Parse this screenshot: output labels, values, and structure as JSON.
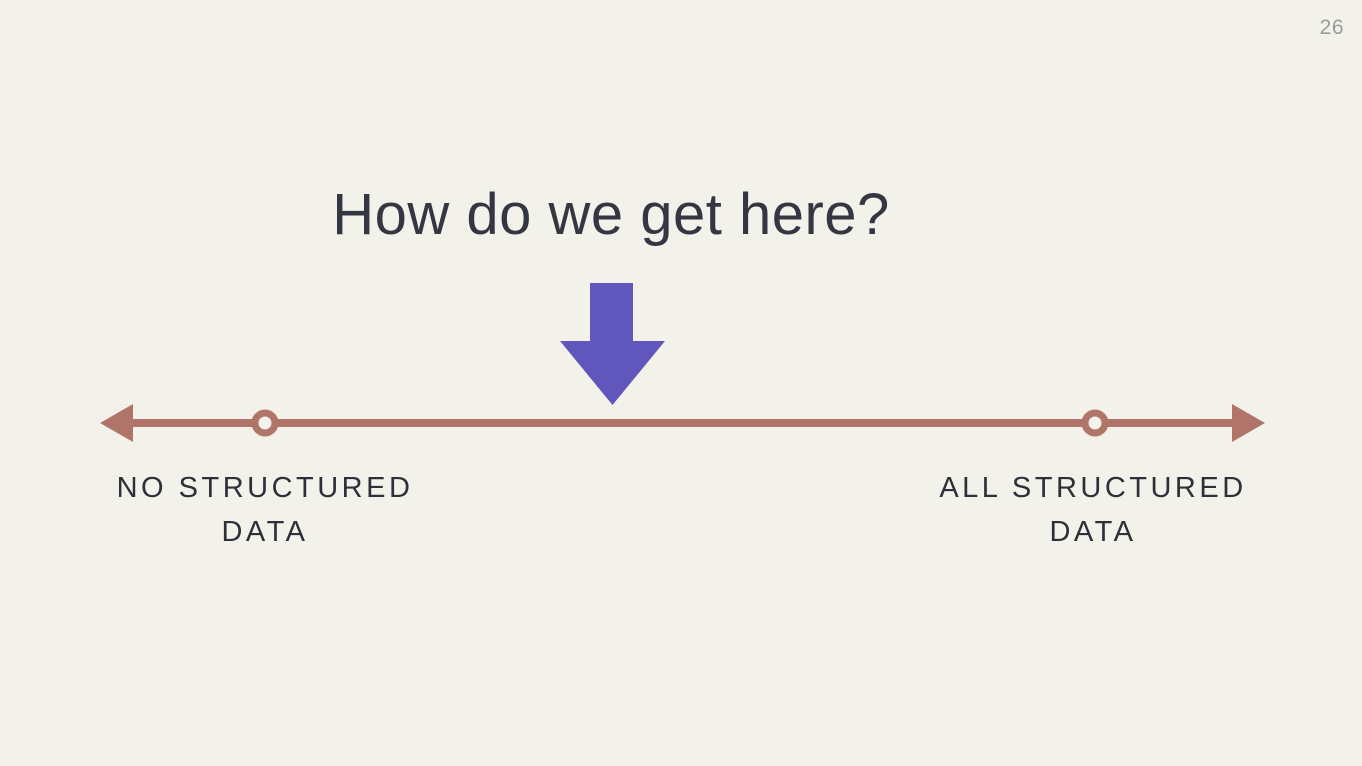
{
  "page_number": "26",
  "title": "How do we get here?",
  "spectrum": {
    "left_label_line1": "NO STRUCTURED",
    "left_label_line2": "DATA",
    "right_label_line1": "ALL STRUCTURED",
    "right_label_line2": "DATA"
  },
  "icons": {
    "down_arrow": "down-arrow-icon",
    "axis": "double-headed-arrow-line",
    "markers": "ring-markers"
  },
  "colors": {
    "background": "#f2f2eb",
    "title_text": "#343741",
    "label_text": "#2d3038",
    "line": "#b07568",
    "arrow": "#6156bb",
    "page_number": "#9b9b9b"
  }
}
